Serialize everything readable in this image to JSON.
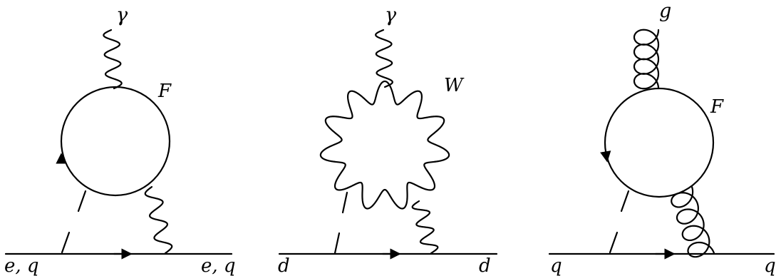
{
  "diagrams": [
    {
      "top_label": "γ",
      "loop_label": "F",
      "left_label": "e, q",
      "right_label": "e, q"
    },
    {
      "top_label": "γ",
      "loop_label": "W",
      "left_label": "d",
      "right_label": "d"
    },
    {
      "top_label": "g",
      "loop_label": "F",
      "left_label": "q",
      "right_label": "q"
    }
  ],
  "colors": {
    "ink": "#000000",
    "background": "#ffffff"
  }
}
